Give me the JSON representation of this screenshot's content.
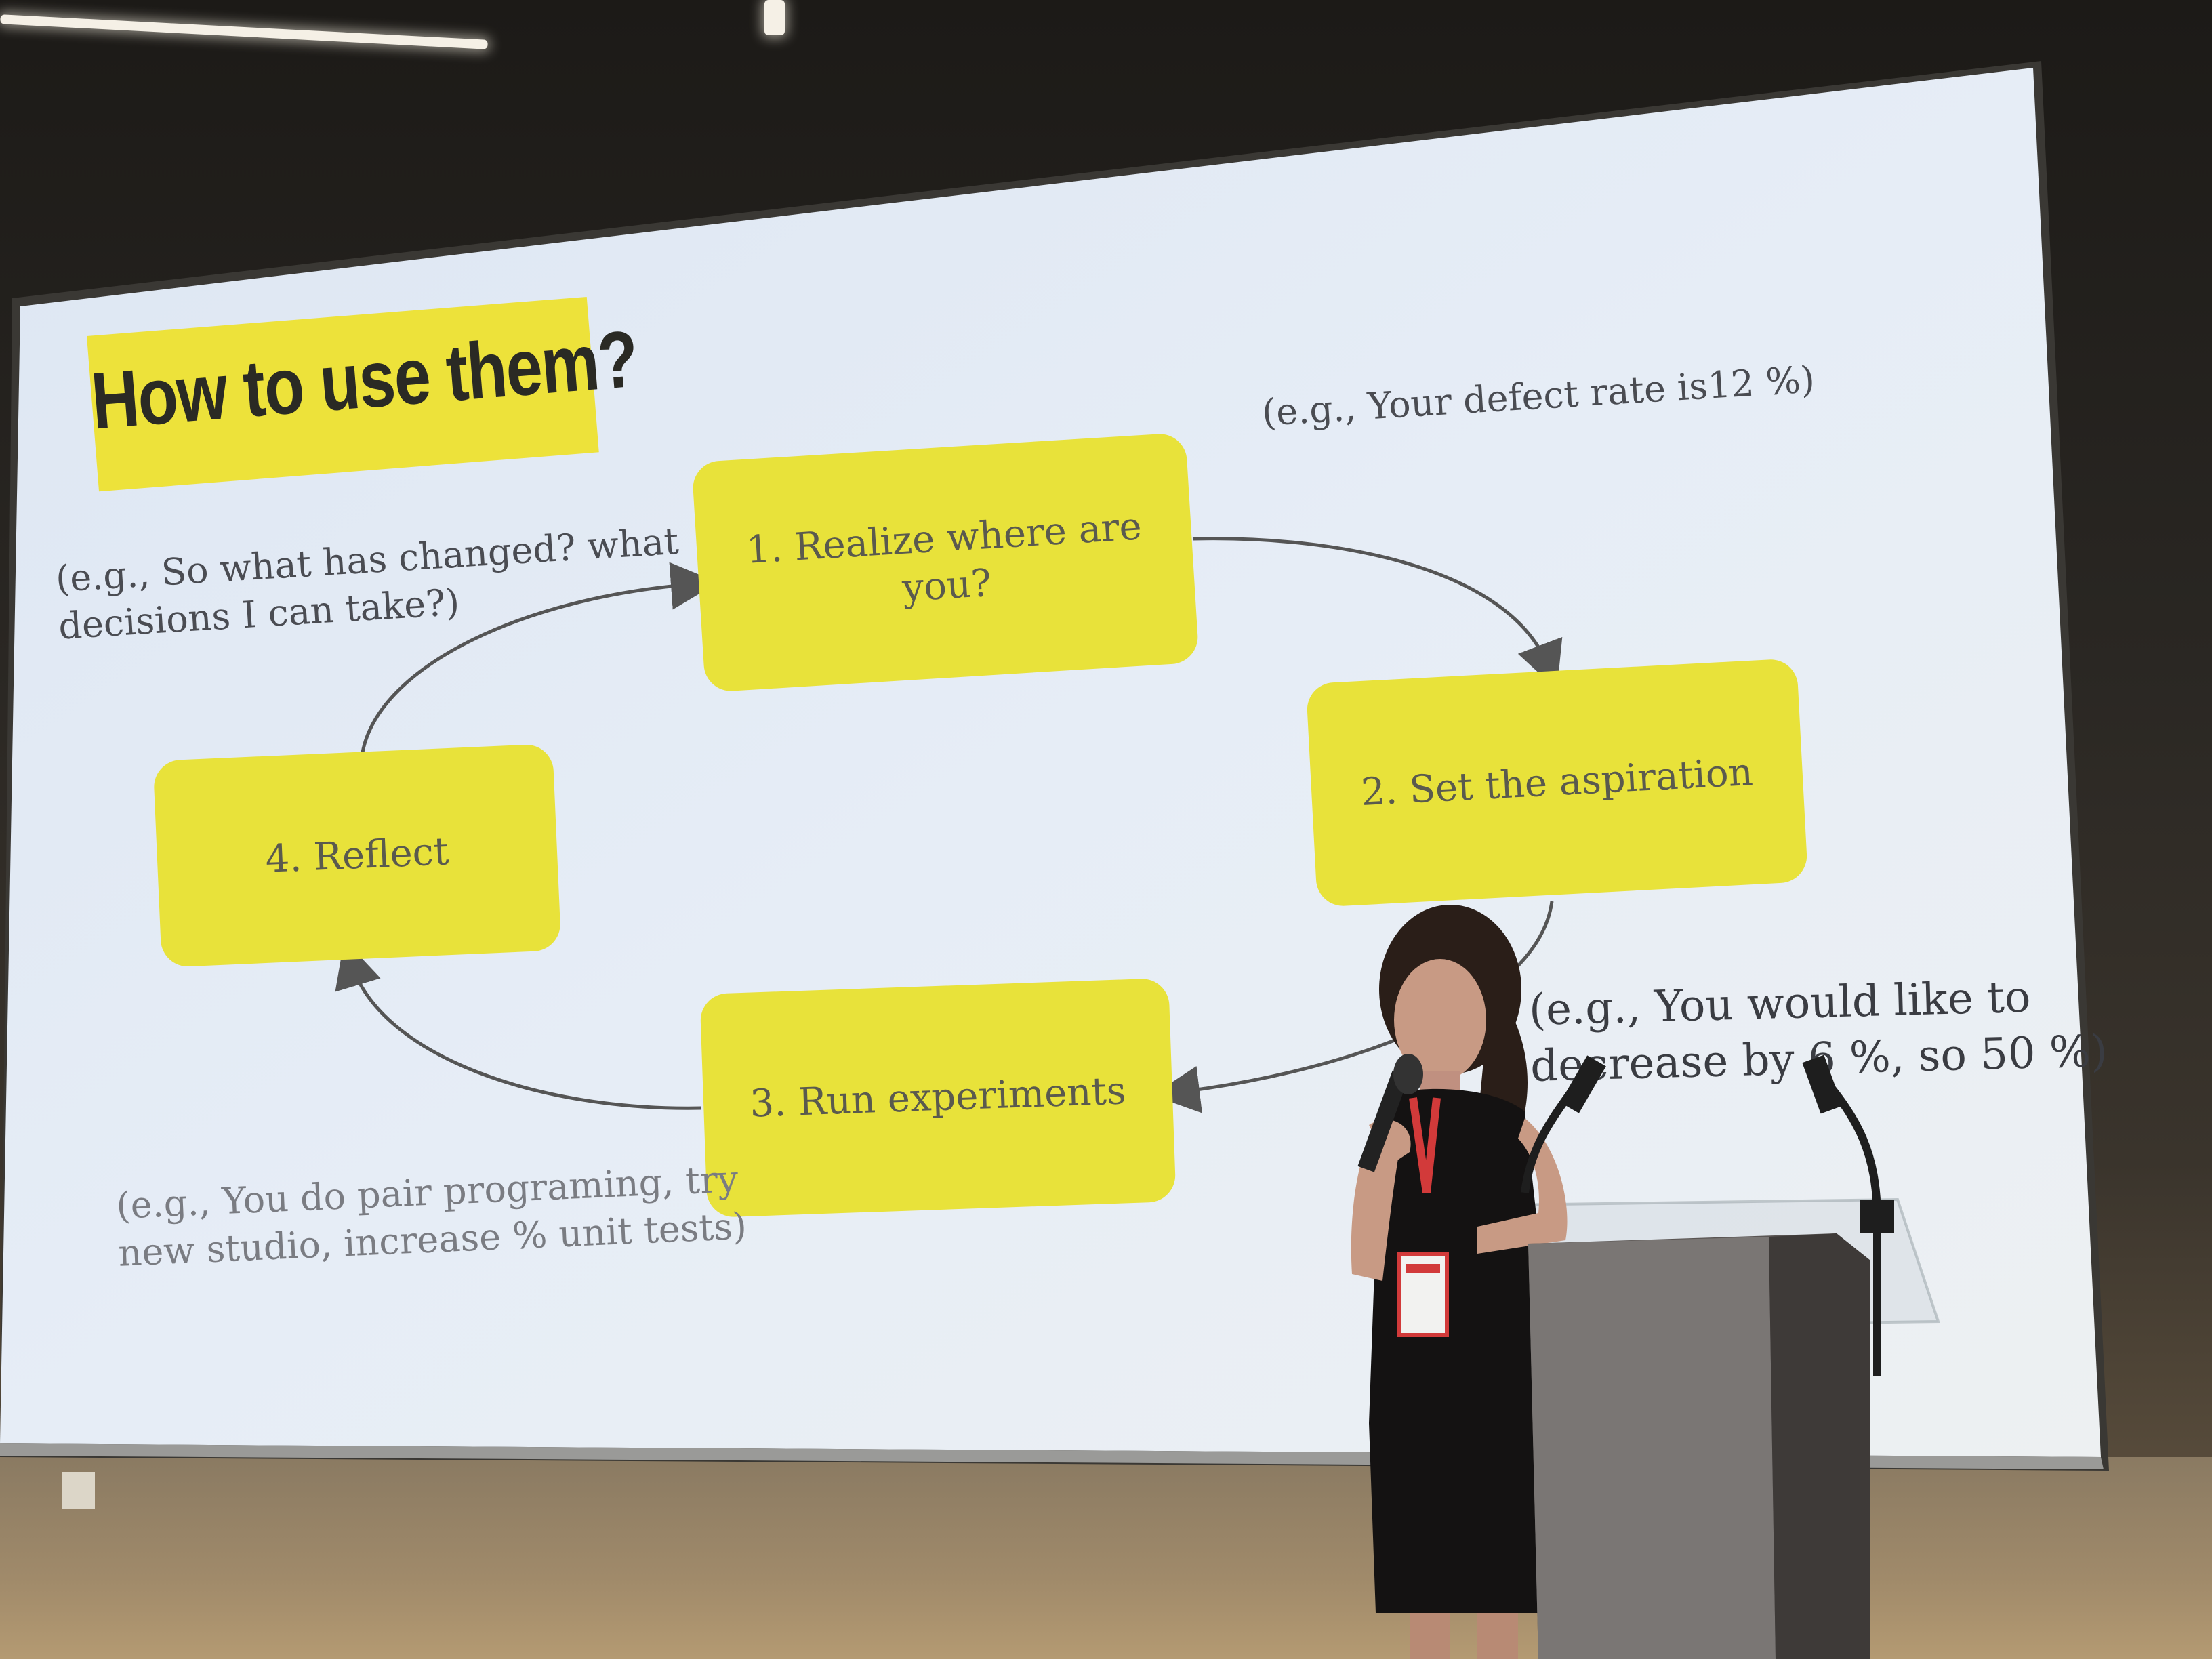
{
  "slide": {
    "title": "How to use them?",
    "steps": [
      {
        "label_line1": "1. Realize where are",
        "label_line2": "you?"
      },
      {
        "label_line1": "2. Set the aspiration"
      },
      {
        "label_line1": "3. Run experiments"
      },
      {
        "label_line1": "4. Reflect"
      }
    ],
    "notes": {
      "step1": "(e.g., Your defect rate is12 %)",
      "step2_line1": "(e.g., You would like to",
      "step2_line2": "decrease by 6 %, so 50 %)",
      "step3_line1": "(e.g., You do pair programing, try",
      "step3_line2": "new studio, increase % unit tests)",
      "step4_line1": "(e.g., So what has changed? what",
      "step4_line2": "decisions I can take?)"
    }
  },
  "colors": {
    "box_yellow": "#e8e23a",
    "screen_bg": "#e4ecf6",
    "wall_dark": "#2a2723"
  }
}
